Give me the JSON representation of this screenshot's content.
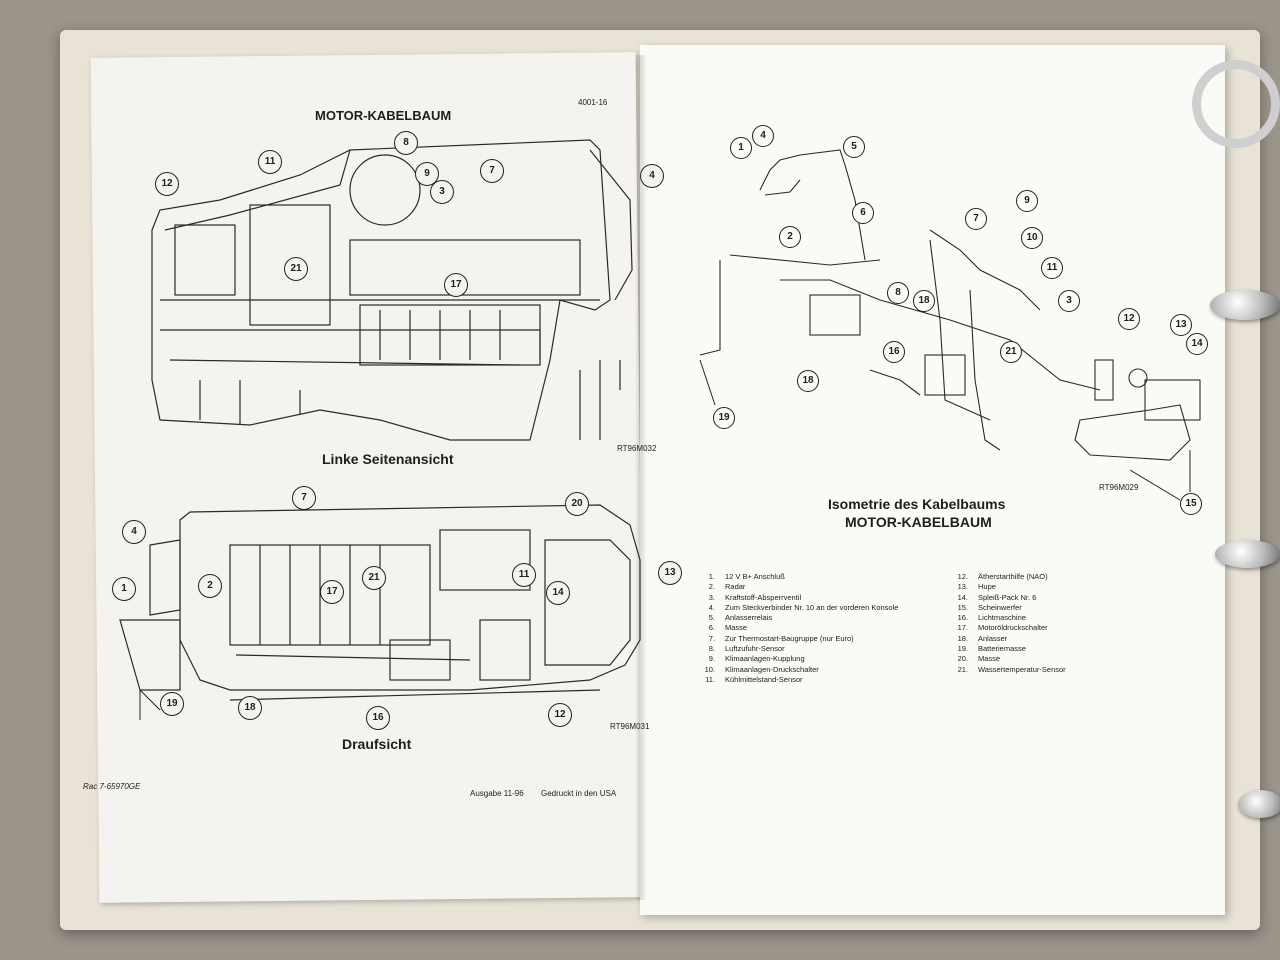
{
  "left_page": {
    "title": "MOTOR-KABELBAUM",
    "page_number": "4001-16",
    "side_view_caption": "Linke Seitenansicht",
    "side_view_ref": "RT96M032",
    "top_view_caption": "Draufsicht",
    "top_view_ref": "RT96M031",
    "footer_left": "Rac 7-65970GE",
    "footer_edition": "Ausgabe 11-96",
    "footer_printed": "Gedruckt in den USA",
    "side_callouts": [
      "12",
      "11",
      "8",
      "9",
      "3",
      "7",
      "21",
      "17",
      "4"
    ],
    "top_callouts": [
      "7",
      "20",
      "13",
      "4",
      "2",
      "1",
      "17",
      "21",
      "11",
      "14",
      "19",
      "18",
      "16",
      "12"
    ]
  },
  "right_page": {
    "heading_line1": "Isometrie des Kabelbaums",
    "heading_line2": "MOTOR-KABELBAUM",
    "iso_ref": "RT96M029",
    "iso_callouts": [
      "1",
      "4",
      "5",
      "2",
      "6",
      "7",
      "9",
      "10",
      "11",
      "8",
      "18",
      "3",
      "12",
      "13",
      "14",
      "16",
      "21",
      "19",
      "15"
    ],
    "legend_left": [
      {
        "num": "1.",
        "text": "12 V B+ Anschluß"
      },
      {
        "num": "2.",
        "text": "Radar"
      },
      {
        "num": "3.",
        "text": "Kraftstoff-Absperrventil"
      },
      {
        "num": "4.",
        "text": "Zum Steckverbinder Nr. 10 an der vorderen Konsole"
      },
      {
        "num": "5.",
        "text": "Anlasserrelais"
      },
      {
        "num": "6.",
        "text": "Masse"
      },
      {
        "num": "7.",
        "text": "Zur Thermostart-Baugruppe (nur Euro)"
      },
      {
        "num": "8.",
        "text": "Luftzufuhr-Sensor"
      },
      {
        "num": "9.",
        "text": "Klimaanlagen-Kupplung"
      },
      {
        "num": "10.",
        "text": "Klimaanlagen-Druckschalter"
      },
      {
        "num": "11.",
        "text": "Kühlmittelstand-Sensor"
      }
    ],
    "legend_right": [
      {
        "num": "12.",
        "text": "Ätherstarthilfe (NAO)"
      },
      {
        "num": "13.",
        "text": "Hupe"
      },
      {
        "num": "14.",
        "text": "Spleiß-Pack Nr. 6"
      },
      {
        "num": "15.",
        "text": "Scheinwerfer"
      },
      {
        "num": "16.",
        "text": "Lichtmaschine"
      },
      {
        "num": "17.",
        "text": "Motoröldruckschalter"
      },
      {
        "num": "18.",
        "text": "Anlasser"
      },
      {
        "num": "19.",
        "text": "Batteriemasse"
      },
      {
        "num": "20.",
        "text": "Masse"
      },
      {
        "num": "21.",
        "text": "Wassertemperatur-Sensor"
      }
    ]
  }
}
